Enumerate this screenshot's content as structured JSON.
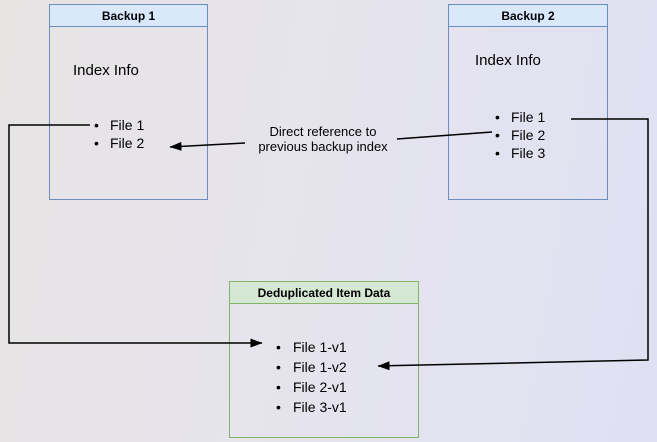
{
  "diagram": {
    "bullet_char": "•",
    "backup1": {
      "title": "Backup 1",
      "body_label": "Index Info",
      "files": [
        "File 1",
        "File 2"
      ]
    },
    "backup2": {
      "title": "Backup 2",
      "body_label": "Index Info",
      "files": [
        "File 1",
        "File 2",
        "File 3"
      ]
    },
    "dedup": {
      "title": "Deduplicated Item Data",
      "items": [
        "File 1-v1",
        "File 1-v2",
        "File 2-v1",
        "File 3-v1"
      ]
    },
    "annotation": {
      "line1": "Direct reference to",
      "line2": "previous backup index"
    },
    "colors": {
      "blue_fill": "#dae8fc",
      "blue_border": "#6c8ebf",
      "green_fill": "#d5e8d4",
      "green_border": "#82b366",
      "arrow": "#000000"
    }
  }
}
